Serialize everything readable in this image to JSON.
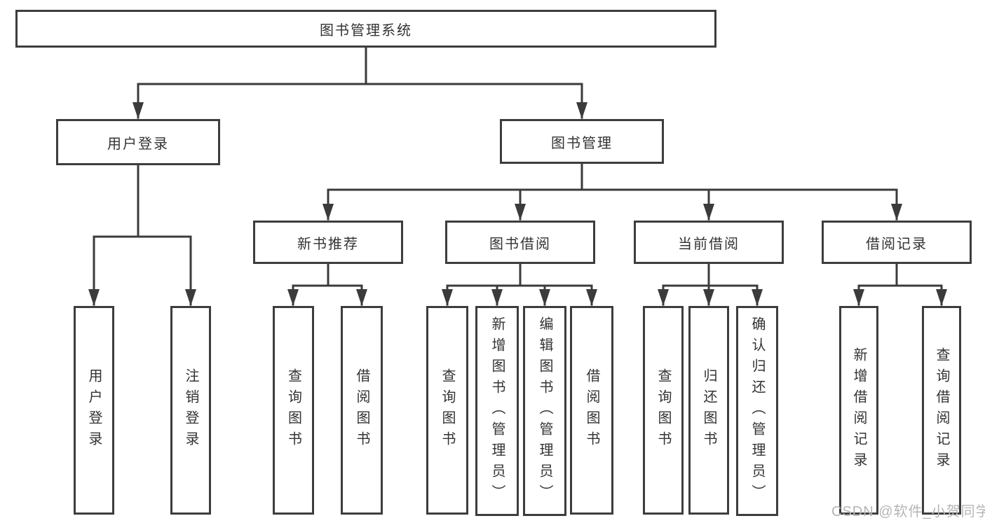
{
  "root": {
    "label": "图书管理系统"
  },
  "branches": [
    {
      "label": "用户登录",
      "children": [
        {
          "label": "用户登录"
        },
        {
          "label": "注销登录"
        }
      ]
    },
    {
      "label": "图书管理",
      "children": [
        {
          "label": "新书推荐",
          "children": [
            {
              "label": "查询图书"
            },
            {
              "label": "借阅图书"
            }
          ]
        },
        {
          "label": "图书借阅",
          "children": [
            {
              "label": "查询图书"
            },
            {
              "label": "新增图书（管理员）"
            },
            {
              "label": "编辑图书（管理员）"
            },
            {
              "label": "借阅图书"
            }
          ]
        },
        {
          "label": "当前借阅",
          "children": [
            {
              "label": "查询图书"
            },
            {
              "label": "归还图书"
            },
            {
              "label": "确认归还（管理员）"
            }
          ]
        },
        {
          "label": "借阅记录",
          "children": [
            {
              "label": "新增借阅记录"
            },
            {
              "label": "查询借阅记录"
            }
          ]
        }
      ]
    }
  ],
  "watermark": {
    "text": "CSDN @软件_小贺同学"
  },
  "style": {
    "line_color": "#3b3b3b",
    "box_border": "#3d3d3d",
    "text_color": "#333333",
    "watermark_color": "#b5b5b5",
    "background": "#ffffff"
  }
}
